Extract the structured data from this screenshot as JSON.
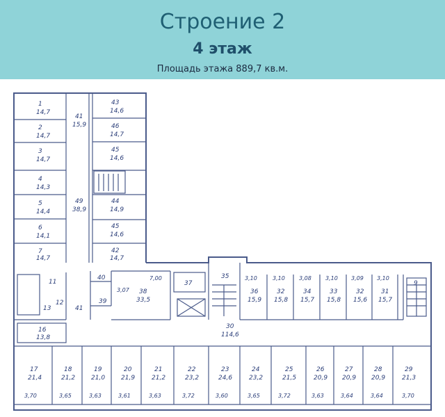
{
  "header": {
    "title": "Строение 2",
    "floor": "4 этаж",
    "area": "Площадь этажа 889,7 кв.м."
  },
  "colors": {
    "banner": "#8fd3d8",
    "ink": "#2a3d78",
    "line": "#4a5a8a"
  },
  "rooms": [
    {
      "id": "r1",
      "num": "1",
      "area": "14,7"
    },
    {
      "id": "r2",
      "num": "2",
      "area": "14,7"
    },
    {
      "id": "r3",
      "num": "3",
      "area": "14,7"
    },
    {
      "id": "r4",
      "num": "4",
      "area": "14,3"
    },
    {
      "id": "r5",
      "num": "5",
      "area": "14,4"
    },
    {
      "id": "r6",
      "num": "6",
      "area": "14,1"
    },
    {
      "id": "r7",
      "num": "7",
      "area": "14,7"
    },
    {
      "id": "r43",
      "num": "43",
      "area": "14,6"
    },
    {
      "id": "r46",
      "num": "46",
      "area": "14,7"
    },
    {
      "id": "r45",
      "num": "45",
      "area": "14,6"
    },
    {
      "id": "r44",
      "num": "44",
      "area": "14,9"
    },
    {
      "id": "r45b",
      "num": "45",
      "area": "14,6"
    },
    {
      "id": "r42",
      "num": "42",
      "area": "14,7"
    },
    {
      "id": "r41",
      "num": "41",
      "area": "15,9"
    },
    {
      "id": "r49",
      "num": "49",
      "area": "38,9"
    },
    {
      "id": "r38",
      "num": "38",
      "area": "33,5"
    },
    {
      "id": "r37",
      "num": "37",
      "area": ""
    },
    {
      "id": "r40",
      "num": "40",
      "area": ""
    },
    {
      "id": "r39",
      "num": "39",
      "area": ""
    },
    {
      "id": "r11",
      "num": "11",
      "area": ""
    },
    {
      "id": "r13",
      "num": "13",
      "area": ""
    },
    {
      "id": "r12",
      "num": "12",
      "area": ""
    },
    {
      "id": "r41b",
      "num": "41",
      "area": ""
    },
    {
      "id": "r16",
      "num": "16",
      "area": "13,8"
    },
    {
      "id": "r35",
      "num": "35",
      "area": ""
    },
    {
      "id": "r36",
      "num": "36",
      "area": "15,9"
    },
    {
      "id": "r32",
      "num": "32",
      "area": "15,8"
    },
    {
      "id": "r34",
      "num": "34",
      "area": "15,7"
    },
    {
      "id": "r33",
      "num": "33",
      "area": "15,8"
    },
    {
      "id": "r32b",
      "num": "32",
      "area": "15,6"
    },
    {
      "id": "r31",
      "num": "31",
      "area": "15,7"
    },
    {
      "id": "r9",
      "num": "9",
      "area": ""
    },
    {
      "id": "r30",
      "num": "30",
      "area": "114,6"
    },
    {
      "id": "r17",
      "num": "17",
      "area": "21,4"
    },
    {
      "id": "r18",
      "num": "18",
      "area": "21,2"
    },
    {
      "id": "r19",
      "num": "19",
      "area": "21,0"
    },
    {
      "id": "r20",
      "num": "20",
      "area": "21,9"
    },
    {
      "id": "r21",
      "num": "21",
      "area": "21,2"
    },
    {
      "id": "r22",
      "num": "22",
      "area": "23,2"
    },
    {
      "id": "r23",
      "num": "23",
      "area": "24,6"
    },
    {
      "id": "r24",
      "num": "24",
      "area": "23,2"
    },
    {
      "id": "r25",
      "num": "25",
      "area": "21,5"
    },
    {
      "id": "r26",
      "num": "26",
      "area": "20,9"
    },
    {
      "id": "r27",
      "num": "27",
      "area": "20,9"
    },
    {
      "id": "r28",
      "num": "28",
      "area": "20,9"
    },
    {
      "id": "r29",
      "num": "29",
      "area": "21,3"
    }
  ],
  "dims": {
    "d17": "3,70",
    "d18": "3,65",
    "d19": "3,63",
    "d20": "3,61",
    "d21": "3,63",
    "d22": "3,72",
    "d23": "3,60",
    "d24": "3,65",
    "d25": "3,72",
    "d26": "3,63",
    "d27": "3,64",
    "d28": "3,64",
    "d29": "3,70",
    "u36": "3,10",
    "u32": "3,10",
    "u34": "3,08",
    "u33": "3,10",
    "u32b": "3,09",
    "u31": "3,10",
    "u38": "7,00",
    "s38": "3,07"
  }
}
